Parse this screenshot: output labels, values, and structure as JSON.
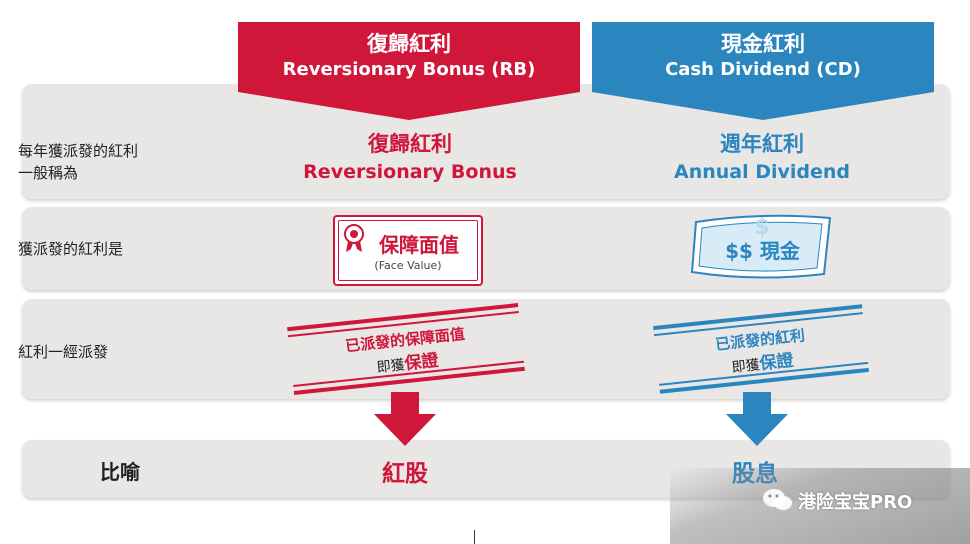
{
  "columns": {
    "rb": {
      "title_zh": "復歸紅利",
      "title_en": "Reversionary Bonus (RB)",
      "color": "#d0173a"
    },
    "cd": {
      "title_zh": "現金紅利",
      "title_en": "Cash Dividend (CD)",
      "color": "#2b86c0"
    }
  },
  "rows": {
    "name": {
      "label_line1": "每年獲派發的紅利",
      "label_line2": "一般稱為",
      "rb_zh": "復歸紅利",
      "rb_en": "Reversionary Bonus",
      "cd_zh": "週年紅利",
      "cd_en": "Annual Dividend"
    },
    "form": {
      "label": "獲派發的紅利是",
      "rb_title": "保障面值",
      "rb_sub": "(Face Value)",
      "cd_text": "$$ 現金"
    },
    "guarantee": {
      "label": "紅利一經派發",
      "rb_line1": "已派發的保障面值",
      "rb_line2_prefix": "即獲",
      "rb_line2_emph": "保證",
      "cd_line1": "已派發的紅利",
      "cd_line2_prefix": "即獲",
      "cd_line2_emph": "保證"
    },
    "analogy": {
      "label": "比喻",
      "rb": "紅股",
      "cd": "股息"
    }
  },
  "watermark": {
    "text": "港险宝宝PRO",
    "icon": "wechat-icon"
  }
}
